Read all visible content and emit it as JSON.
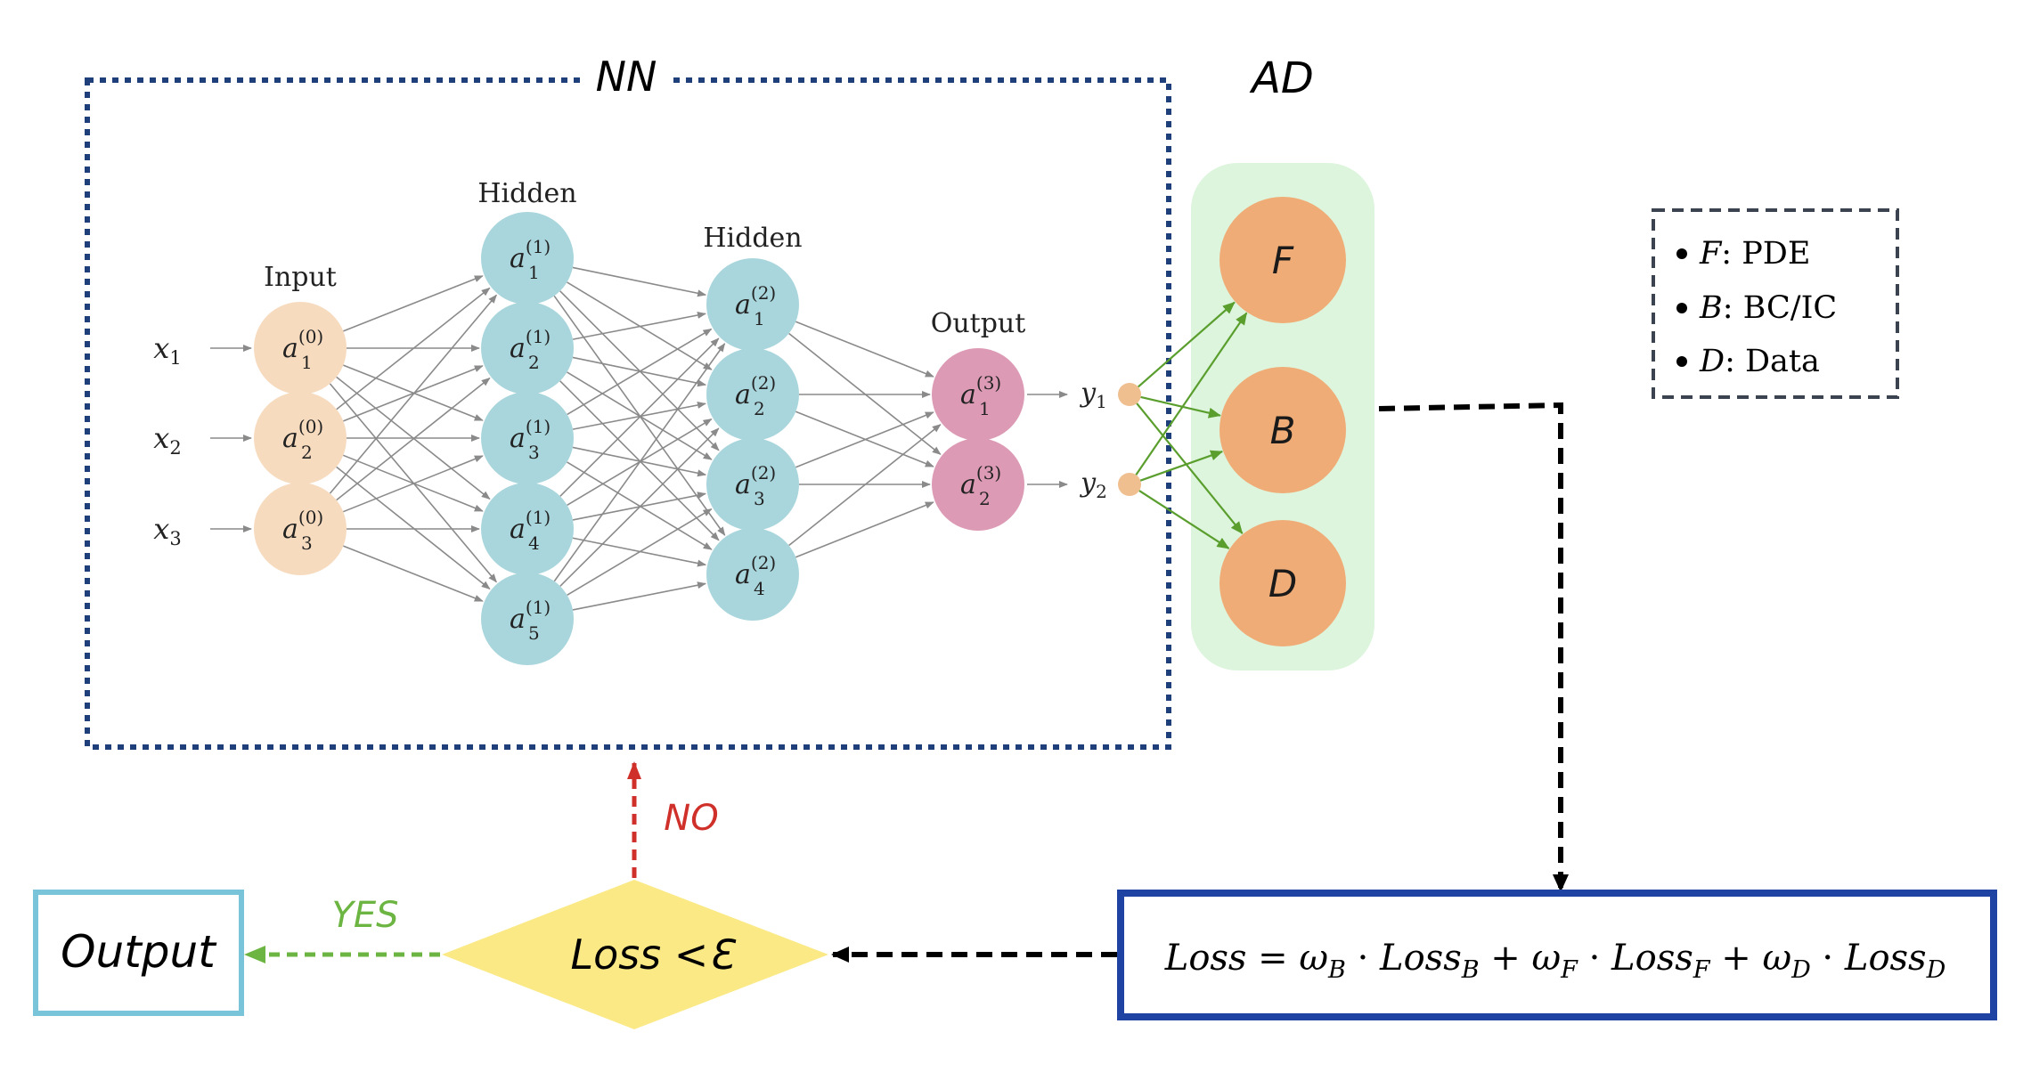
{
  "nn_box_label": "NN",
  "ad_label": "AD",
  "layer_labels": [
    "Input",
    "Hidden",
    "Hidden",
    "Output"
  ],
  "inputs": [
    "x",
    "x",
    "x"
  ],
  "input_subs": [
    "1",
    "2",
    "3"
  ],
  "neuron_base": "a",
  "layers": [
    {
      "sup": "(0)",
      "subs": [
        "1",
        "2",
        "3"
      ],
      "color": "#f7dbbf"
    },
    {
      "sup": "(1)",
      "subs": [
        "1",
        "2",
        "3",
        "4",
        "5"
      ],
      "color": "#a9d6dc"
    },
    {
      "sup": "(2)",
      "subs": [
        "1",
        "2",
        "3",
        "4"
      ],
      "color": "#a9d6dc"
    },
    {
      "sup": "(3)",
      "subs": [
        "1",
        "2"
      ],
      "color": "#dc9ab4"
    }
  ],
  "outputs": [
    "y",
    "y"
  ],
  "output_subs": [
    "1",
    "2"
  ],
  "ad_nodes": [
    "F",
    "B",
    "D"
  ],
  "legend": [
    {
      "sym": "F",
      "text": ": PDE"
    },
    {
      "sym": "B",
      "text": ": BC/IC"
    },
    {
      "sym": "D",
      "text": ": Data"
    }
  ],
  "loss_formula": {
    "lhs": "Loss",
    "terms": [
      {
        "w": "ω",
        "wsub": "B",
        "l": "Loss",
        "lsub": "B"
      },
      {
        "w": "ω",
        "wsub": "F",
        "l": "Loss",
        "lsub": "F"
      },
      {
        "w": "ω",
        "wsub": "D",
        "l": "Loss",
        "lsub": "D"
      }
    ]
  },
  "decision_label": "Loss <ℇ",
  "yes_label": "YES",
  "no_label": "NO",
  "output_box_label": "Output",
  "colors": {
    "nn_border": "#1f3f7a",
    "ad_bg": "#ddf5dd",
    "ad_node": "#f0ac76",
    "green_arrow": "#5a9e2e",
    "decision_fill": "#fbe985",
    "no_red": "#d0302a",
    "yes_green": "#6db542",
    "formula_border": "#1f43a3",
    "output_border": "#79c4d8",
    "legend_border": "#3c4350"
  }
}
